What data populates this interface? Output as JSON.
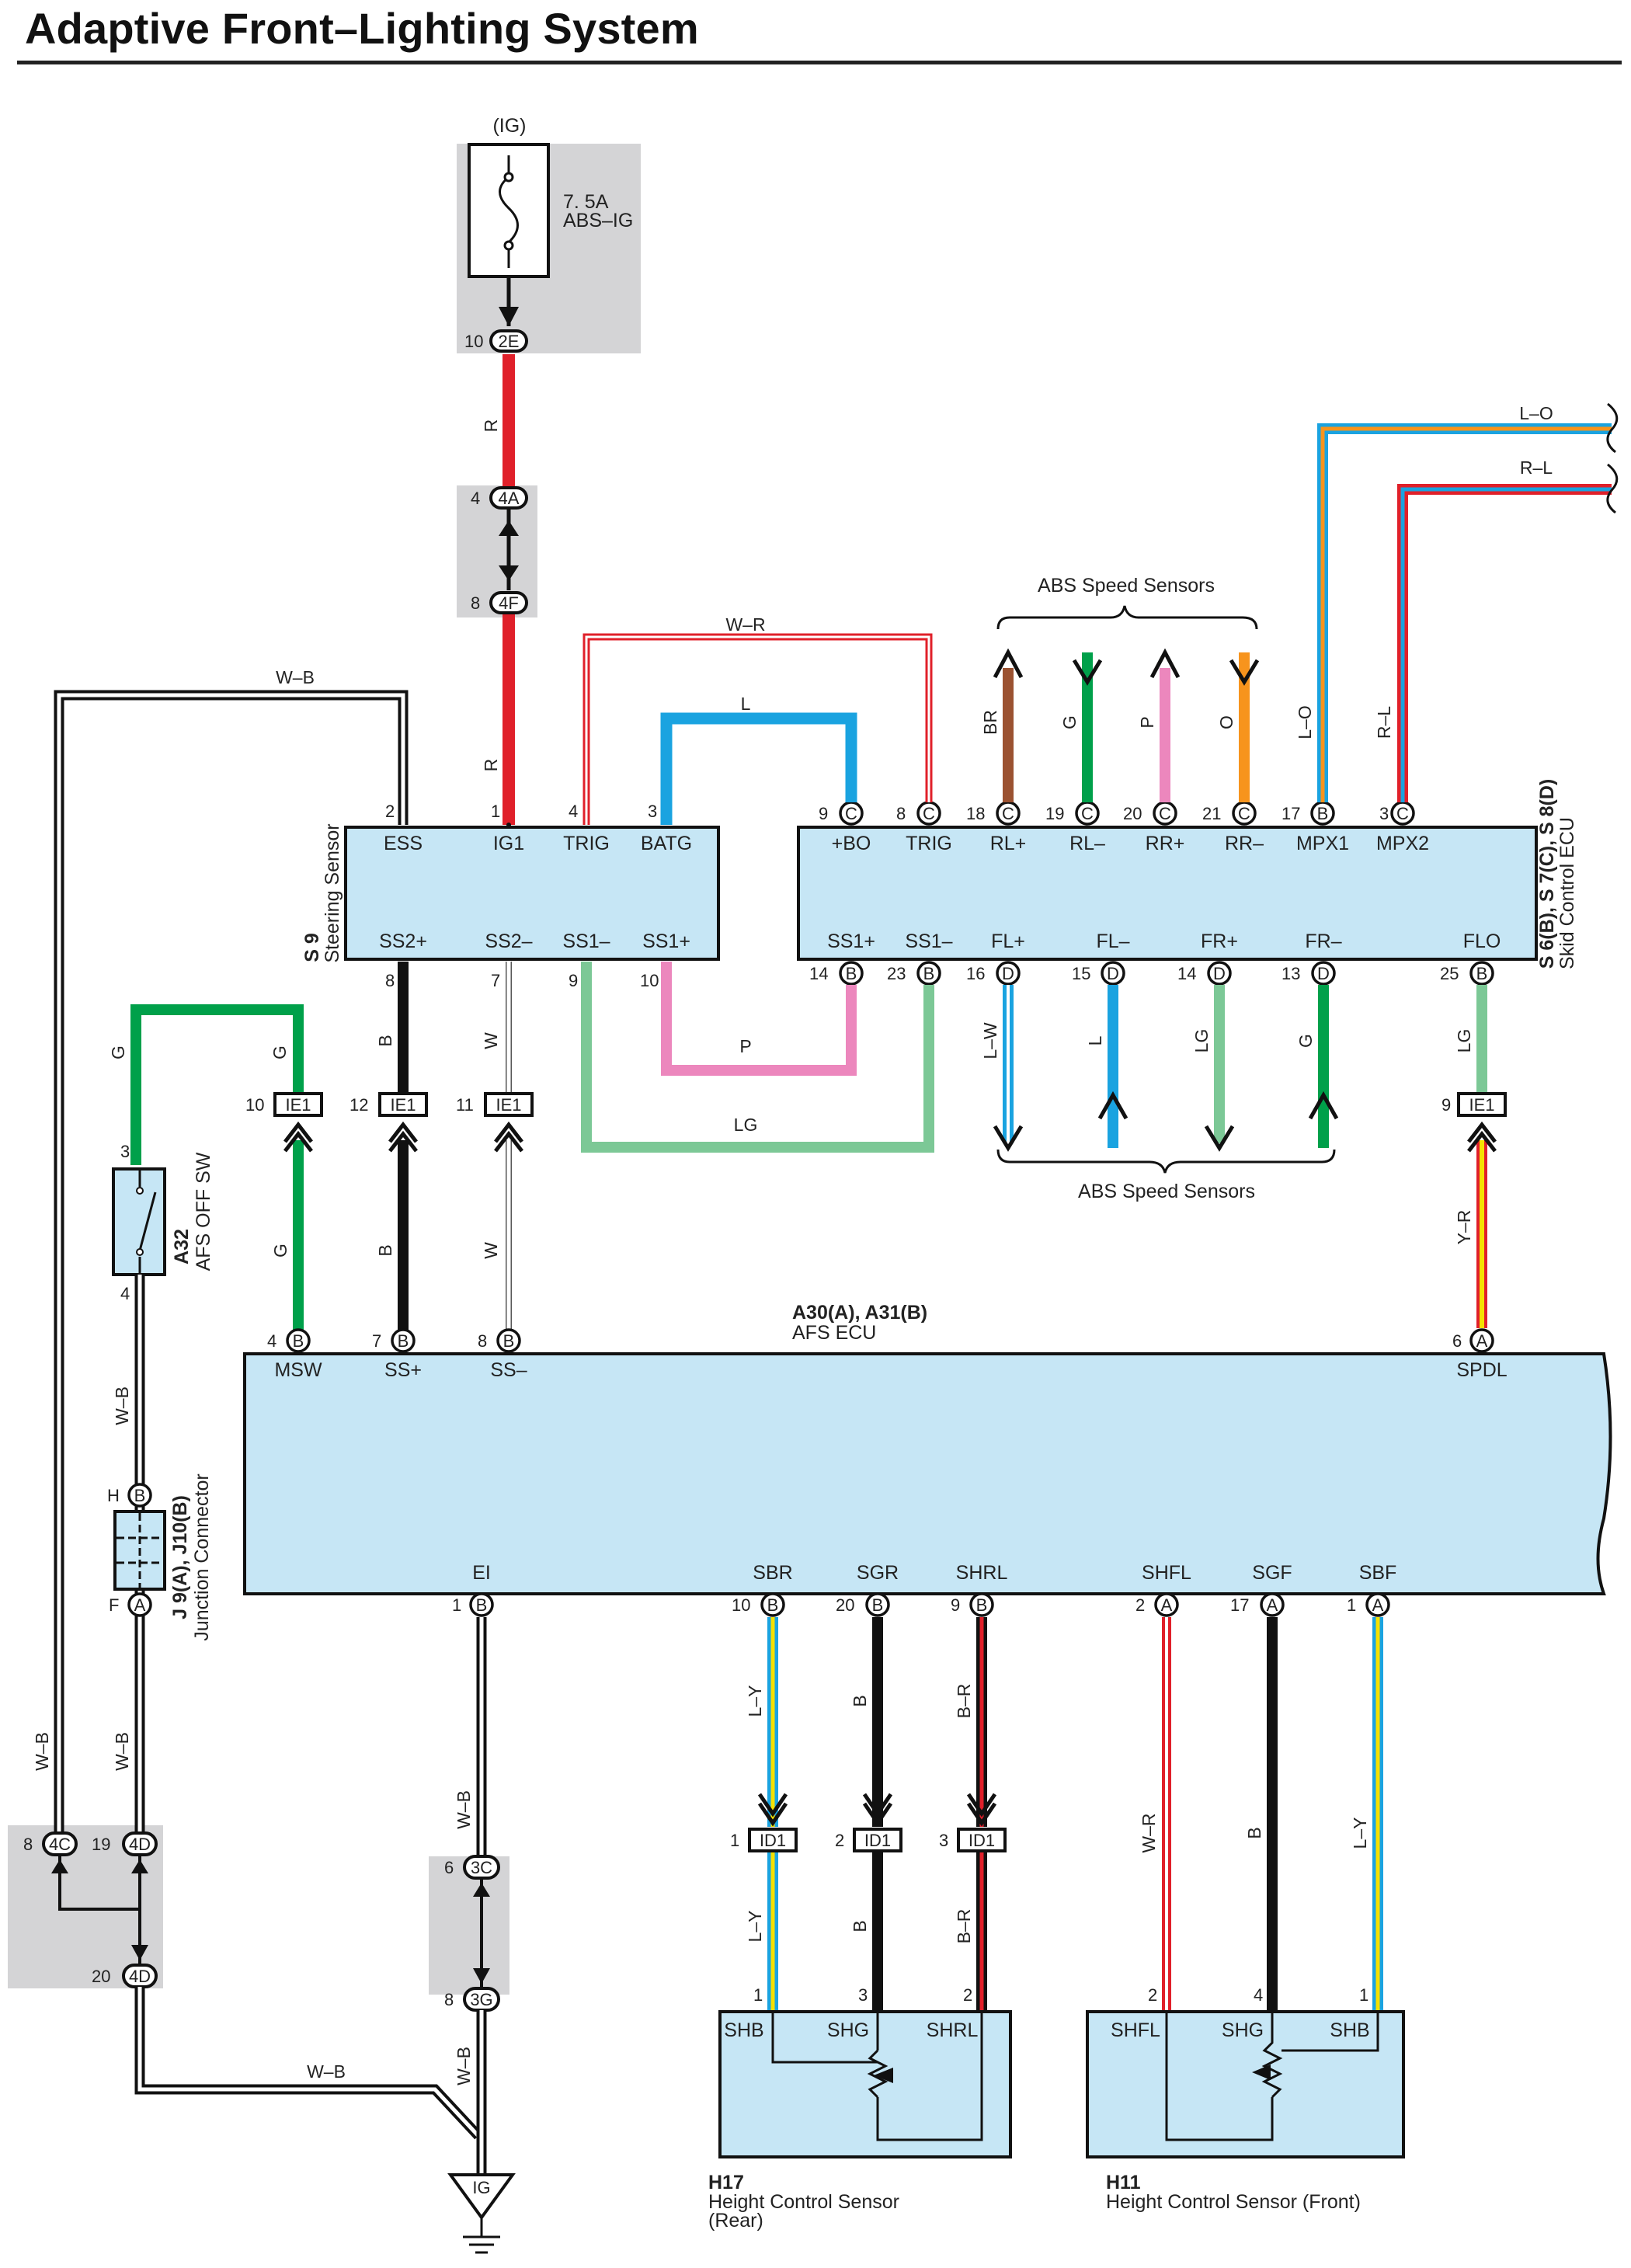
{
  "title": "Adaptive Front–Lighting System",
  "ig_top": "(IG)",
  "fuse": {
    "rating": "7. 5A",
    "name": "ABS–IG"
  },
  "conn": {
    "c2E": "2E",
    "c4A": "4A",
    "c4F": "4F",
    "cIE1": "IE1",
    "cID1": "ID1",
    "c4C": "4C",
    "c4D": "4D",
    "c3C": "3C",
    "c3G": "3G",
    "B": "B",
    "C": "C",
    "D": "D",
    "A": "A"
  },
  "pins": {
    "p10": "10",
    "p4": "4",
    "p8": "8",
    "p2": "2",
    "p1": "1",
    "p3": "3",
    "p9": "9",
    "p18": "18",
    "p19": "19",
    "p20": "20",
    "p21": "21",
    "p17": "17",
    "p7": "7",
    "p14": "14",
    "p23": "23",
    "p16": "16",
    "p15": "15",
    "p13": "13",
    "p25": "25",
    "p12": "12",
    "p11": "11",
    "p6": "6",
    "p20b": "20",
    "p19b": "19",
    "pH": "H",
    "pF": "F"
  },
  "wires": {
    "R": "R",
    "WB": "W–B",
    "WR": "W–R",
    "L": "L",
    "LO": "L–O",
    "RL": "R–L",
    "BR": "BR",
    "G": "G",
    "P": "P",
    "O": "O",
    "B": "B",
    "W": "W",
    "LW": "L–W",
    "LG": "LG",
    "YR": "Y–R",
    "LY": "L–Y",
    "BRd": "B–R"
  },
  "steering": {
    "name": "Steering Sensor",
    "code": "S 9",
    "top": [
      "ESS",
      "IG1",
      "TRIG",
      "BATG"
    ],
    "bottom": [
      "SS2+",
      "SS2–",
      "SS1–",
      "SS1+"
    ]
  },
  "skid": {
    "name": "Skid Control ECU",
    "code": "S 6(B), S 7(C), S 8(D)",
    "top": [
      "+BO",
      "TRIG",
      "RL+",
      "RL–",
      "RR+",
      "RR–",
      "MPX1",
      "MPX2"
    ],
    "bottom": [
      "SS1+",
      "SS1–",
      "FL+",
      "FL–",
      "FR+",
      "FR–",
      "FLO"
    ]
  },
  "abs_top": "ABS Speed Sensors",
  "abs_bottom": "ABS Speed Sensors",
  "afs_sw": {
    "code": "A32",
    "name": "AFS OFF SW"
  },
  "afs_ecu": {
    "code": "A30(A), A31(B)",
    "name": "AFS ECU",
    "top": [
      "MSW",
      "SS+",
      "SS–",
      "SPDL"
    ],
    "bottom": [
      "EI",
      "SBR",
      "SGR",
      "SHRL",
      "SHFL",
      "SGF",
      "SBF"
    ]
  },
  "junction": {
    "code": "J 9(A), J10(B)",
    "name": "Junction Connector"
  },
  "h17": {
    "code": "H17",
    "name": "Height Control Sensor",
    "sub": "(Rear)",
    "pins": [
      "SHB",
      "SHG",
      "SHRL"
    ]
  },
  "h11": {
    "code": "H11",
    "name": "Height Control Sensor (Front)",
    "pins": [
      "SHFL",
      "SHG",
      "SHB"
    ]
  },
  "ground": "IG",
  "colors": {
    "red": "#e0202a",
    "blue": "#1aa3e0",
    "green": "#00a04a",
    "lightgreen": "#7cc896",
    "pink": "#ec87bd",
    "brown": "#9b5231",
    "orange": "#f7941d",
    "yellow": "#f5e100",
    "box": "#c6e6f5",
    "shade": "#d4d4d6"
  }
}
